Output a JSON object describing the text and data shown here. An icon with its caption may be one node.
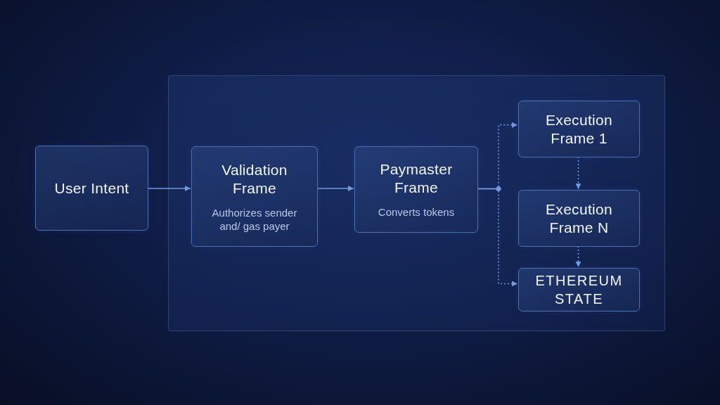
{
  "diagram": {
    "nodes": [
      {
        "text": [
          "User Intent"
        ]
      },
      {
        "text": [],
        "shape": "box"
      },
      {
        "text": [
          "Validation Frame",
          "Authorizes sender and/ gas payer"
        ],
        "in": 1
      },
      {
        "text": [
          "Paymaster Frame",
          "Converts tokens"
        ],
        "in": 1
      },
      {
        "text": [
          "Execution Frame 1"
        ],
        "in": 1
      },
      {
        "text": [
          "Execution Frame N"
        ],
        "in": 1
      },
      {
        "text": [
          "ETHEREUM STATE"
        ],
        "in": 1
      }
    ],
    "edges": [
      {
        "from": 0,
        "to": 2,
        "arrow": "to"
      },
      {
        "from": 2,
        "to": 3,
        "arrow": "to"
      },
      {
        "from": 3,
        "to": 4,
        "arrow": "to",
        "style": "dashed"
      },
      {
        "from": 3,
        "to": 6,
        "arrow": "to",
        "style": "dashed"
      },
      {
        "from": 4,
        "to": 5,
        "arrow": "to",
        "style": "dashed"
      },
      {
        "from": 5,
        "to": 6,
        "arrow": "to",
        "style": "dashed"
      }
    ]
  }
}
